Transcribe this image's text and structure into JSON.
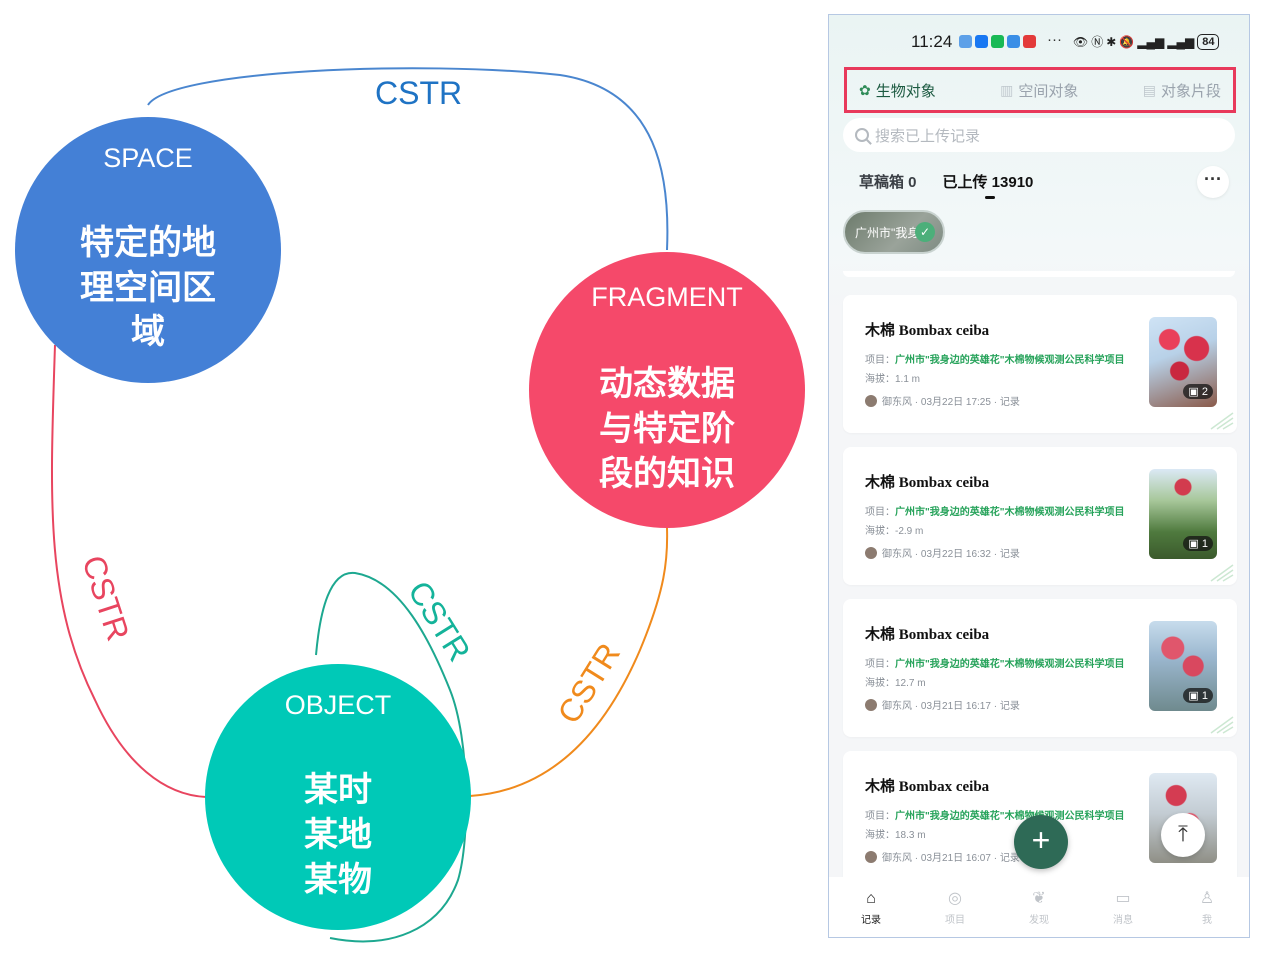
{
  "diagram": {
    "nodes": {
      "space": {
        "title": "SPACE",
        "lines": [
          "特定的地",
          "理空间区",
          "域"
        ],
        "color": "#4480d6"
      },
      "fragment": {
        "title": "FRAGMENT",
        "lines": [
          "动态数据",
          "与特定阶",
          "段的知识"
        ],
        "color": "#f5496a"
      },
      "object": {
        "title": "OBJECT",
        "lines": [
          "某时",
          "某地",
          "某物"
        ],
        "color": "#00c9b7"
      }
    },
    "edges": {
      "space_fragment": {
        "label": "CSTR",
        "color": "#4a86cf"
      },
      "space_object": {
        "label": "CSTR",
        "color": "#e8455f"
      },
      "object_self": {
        "label": "CSTR",
        "color": "#1da890"
      },
      "object_fragment": {
        "label": "CSTR",
        "color": "#f08a1c"
      }
    }
  },
  "phone": {
    "status": {
      "time": "11:24",
      "dots": "···",
      "battery": "84"
    },
    "tabs": [
      {
        "label": "生物对象",
        "icon": "sprout-icon"
      },
      {
        "label": "空间对象",
        "icon": "map-icon"
      },
      {
        "label": "对象片段",
        "icon": "document-icon"
      }
    ],
    "search_placeholder": "搜索已上传记录",
    "counters": {
      "draft": "草稿箱 0",
      "uploaded": "已上传 13910"
    },
    "chip": {
      "label": "广州市\"我身"
    },
    "records": [
      {
        "title": "木棉 Bombax ceiba",
        "project_label": "项目：",
        "project": "广州市\"我身边的英雄花\"木棉物候观测公民科学项目",
        "elevation": "海拔：1.1 m",
        "meta": "御东风 · 03月22日 17:25 · 记录",
        "photos": "2"
      },
      {
        "title": "木棉 Bombax ceiba",
        "project_label": "项目：",
        "project": "广州市\"我身边的英雄花\"木棉物候观测公民科学项目",
        "elevation": "海拔：-2.9 m",
        "meta": "御东风 · 03月22日 16:32 · 记录",
        "photos": "1"
      },
      {
        "title": "木棉 Bombax ceiba",
        "project_label": "项目：",
        "project": "广州市\"我身边的英雄花\"木棉物候观测公民科学项目",
        "elevation": "海拔：12.7 m",
        "meta": "御东风 · 03月21日 16:17 · 记录",
        "photos": "1"
      },
      {
        "title": "木棉 Bombax ceiba",
        "project_label": "项目：",
        "project": "广州市\"我身边的英雄花\"木棉物候观测公民科学项目",
        "elevation": "海拔：18.3 m",
        "meta": "御东风 · 03月21日 16:07 · 记录",
        "photos": ""
      }
    ],
    "fab_add": "+",
    "fab_top": "⤒",
    "nav": [
      {
        "label": "记录",
        "icon": "home-icon"
      },
      {
        "label": "项目",
        "icon": "target-icon"
      },
      {
        "label": "发现",
        "icon": "leaf-icon"
      },
      {
        "label": "消息",
        "icon": "message-icon"
      },
      {
        "label": "我",
        "icon": "user-icon"
      }
    ]
  }
}
